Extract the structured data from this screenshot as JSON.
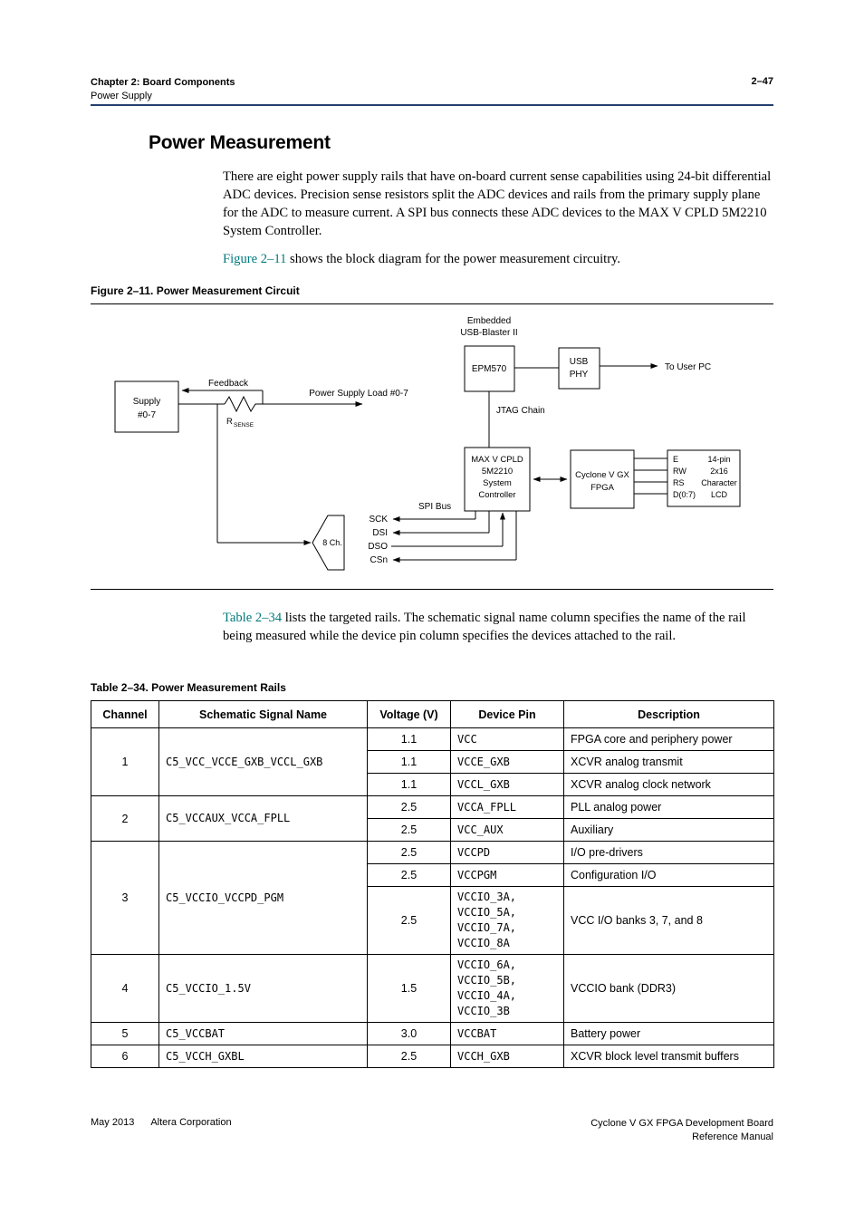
{
  "colors": {
    "header_rule": "#243f6f",
    "link": "#00797d",
    "diagram_line": "#000000"
  },
  "header": {
    "chapter": "Chapter 2:  Board Components",
    "section": "Power Supply",
    "page_number": "2–47"
  },
  "title": "Power Measurement",
  "intro": {
    "p1": "There are eight power supply rails that have on-board current sense capabilities using 24-bit differential ADC devices. Precision sense resistors split the ADC devices and rails from the primary supply plane for the ADC to measure current. A SPI bus connects these ADC devices to the MAX V CPLD 5M2210 System Controller.",
    "p2_link": "Figure 2–11",
    "p2_rest": " shows the block diagram for the power measurement circuitry.",
    "p3_link": "Table 2–34",
    "p3_rest": " lists the targeted rails. The schematic signal name column specifies the name of the rail being measured while the device pin column specifies the devices attached to the rail."
  },
  "figure": {
    "caption": "Figure 2–11.  Power Measurement Circuit",
    "labels": {
      "embedded_blaster_1": "Embedded",
      "embedded_blaster_2": "USB-Blaster II",
      "epm570": "EPM570",
      "usb_phy_1": "USB",
      "usb_phy_2": "PHY",
      "to_user_pc": "To User PC",
      "jtag_chain": "JTAG Chain",
      "supply_1": "Supply",
      "supply_2": "#0-7",
      "feedback": "Feedback",
      "r": "R",
      "sense": "SENSE",
      "power_supply_load": "Power Supply Load #0-7",
      "cpld_1": "MAX V CPLD",
      "cpld_2": "5M2210",
      "cpld_3": "System",
      "cpld_4": "Controller",
      "fpga_1": "Cyclone V GX",
      "fpga_2": "FPGA",
      "lcd_e": "E",
      "lcd_rw": "RW",
      "lcd_rs": "RS",
      "lcd_d07": "D(0:7)",
      "lcd_1": "14-pin",
      "lcd_2": "2x16",
      "lcd_3": "Character",
      "lcd_4": "LCD",
      "spi_bus": "SPI Bus",
      "ch8": "8 Ch.",
      "sck": "SCK",
      "dsi": "DSI",
      "dso": "DSO",
      "csn": "CSn"
    }
  },
  "table": {
    "caption": "Table 2–34.  Power Measurement Rails",
    "headers": [
      "Channel",
      "Schematic Signal Name",
      "Voltage (V)",
      "Device Pin",
      "Description"
    ],
    "groups": [
      {
        "channel": "1",
        "signal": "C5_VCC_VCCE_GXB_VCCL_GXB",
        "rows": [
          {
            "voltage": "1.1",
            "pin": "VCC",
            "desc": "FPGA core and periphery power"
          },
          {
            "voltage": "1.1",
            "pin": "VCCE_GXB",
            "desc": "XCVR analog transmit"
          },
          {
            "voltage": "1.1",
            "pin": "VCCL_GXB",
            "desc": "XCVR analog clock network"
          }
        ]
      },
      {
        "channel": "2",
        "signal": "C5_VCCAUX_VCCA_FPLL",
        "rows": [
          {
            "voltage": "2.5",
            "pin": "VCCA_FPLL",
            "desc": "PLL analog power"
          },
          {
            "voltage": "2.5",
            "pin": "VCC_AUX",
            "desc": "Auxiliary"
          }
        ]
      },
      {
        "channel": "3",
        "signal": "C5_VCCIO_VCCPD_PGM",
        "rows": [
          {
            "voltage": "2.5",
            "pin": "VCCPD",
            "desc": "I/O pre-drivers"
          },
          {
            "voltage": "2.5",
            "pin": "VCCPGM",
            "desc": "Configuration I/O"
          },
          {
            "voltage": "2.5",
            "pin": "VCCIO_3A,\nVCCIO_5A,\nVCCIO_7A,\nVCCIO_8A",
            "desc": "VCC I/O banks 3, 7, and 8"
          }
        ]
      },
      {
        "channel": "4",
        "signal": "C5_VCCIO_1.5V",
        "rows": [
          {
            "voltage": "1.5",
            "pin": "VCCIO_6A,\nVCCIO_5B,\nVCCIO_4A,\nVCCIO_3B",
            "desc": "VCCIO bank (DDR3)"
          }
        ]
      },
      {
        "channel": "5",
        "signal": "C5_VCCBAT",
        "rows": [
          {
            "voltage": "3.0",
            "pin": "VCCBAT",
            "desc": "Battery power"
          }
        ]
      },
      {
        "channel": "6",
        "signal": "C5_VCCH_GXBL",
        "rows": [
          {
            "voltage": "2.5",
            "pin": "VCCH_GXB",
            "desc": "XCVR block level transmit buffers"
          }
        ]
      }
    ]
  },
  "footer": {
    "date": "May 2013",
    "company": "Altera Corporation",
    "product": "Cyclone V GX FPGA Development Board",
    "doc": "Reference Manual"
  }
}
